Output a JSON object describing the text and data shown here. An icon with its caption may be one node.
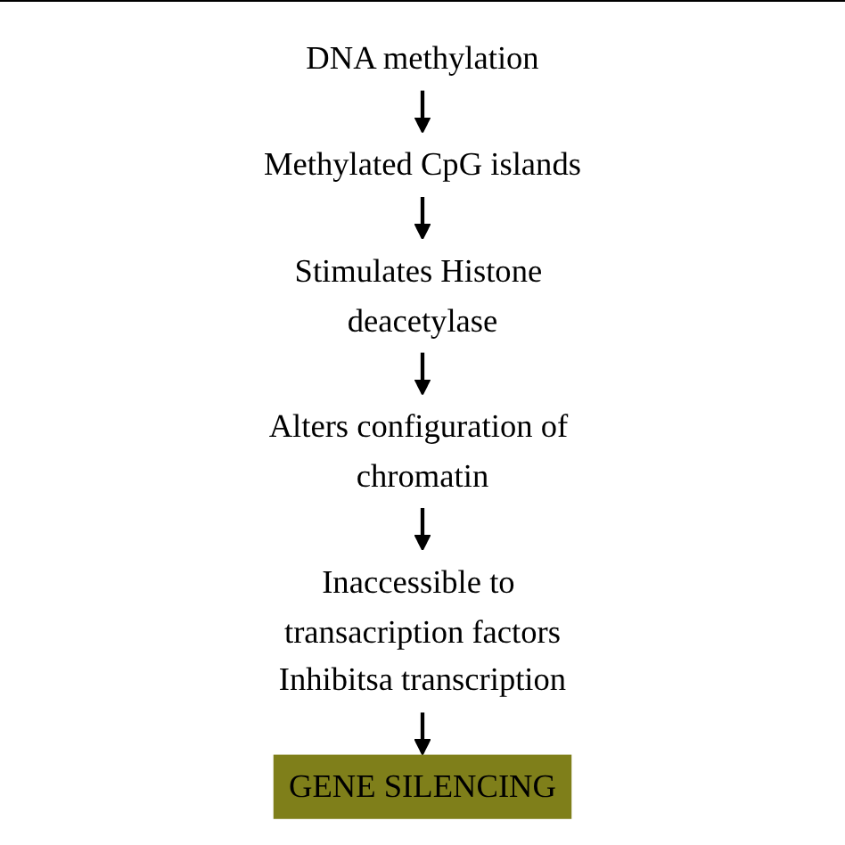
{
  "diagram": {
    "nodes": [
      {
        "text": [
          "DNA methylation"
        ]
      },
      {
        "text": [
          "Methylated CpG islands"
        ]
      },
      {
        "text": [
          "Stimulates Histone deacetylase"
        ]
      },
      {
        "text": [
          "Alters configuration of chromatin"
        ]
      },
      {
        "text": [
          "Inaccessible to transacription factors",
          "Inhibitsa transcription"
        ]
      },
      {
        "text": [
          "GENE SILENCING"
        ]
      }
    ],
    "edges": [
      {
        "from": 0,
        "to": 1,
        "arrow": "to"
      },
      {
        "from": 1,
        "to": 2,
        "arrow": "to"
      },
      {
        "from": 2,
        "to": 3,
        "arrow": "to"
      },
      {
        "from": 3,
        "to": 4,
        "arrow": "to"
      },
      {
        "from": 4,
        "to": 5,
        "arrow": "to"
      }
    ]
  }
}
